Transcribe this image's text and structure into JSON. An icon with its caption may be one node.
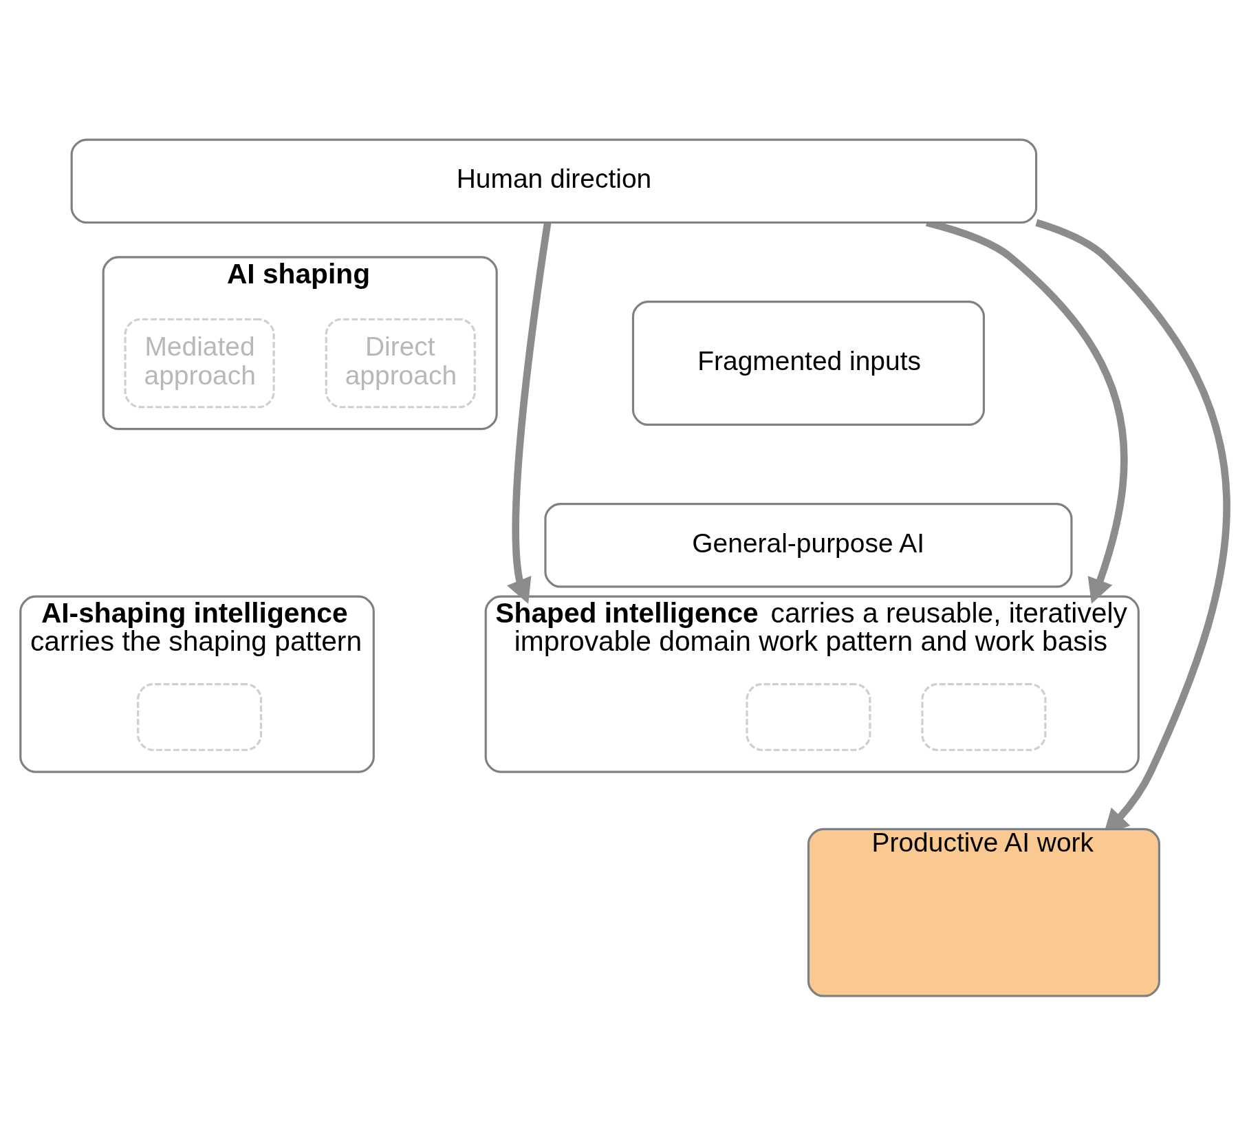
{
  "diagram": {
    "nodes": [
      {
        "text": [
          "Human direction"
        ]
      },
      {
        "text": [
          "AI shaping"
        ]
      },
      {
        "text": [
          "Mediated approach"
        ],
        "in": 1
      },
      {
        "text": [
          "Direct approach"
        ],
        "in": 1
      },
      {
        "text": [
          "Fragmented inputs"
        ]
      },
      {
        "text": [
          "General-purpose AI"
        ]
      },
      {
        "text": [
          "AI-shaping intelligence",
          "carries the shaping pattern"
        ]
      },
      {
        "text": [],
        "shape": "box",
        "in": 6
      },
      {
        "text": [
          "**Shaped intelligence** carries a reusable, iteratively improvable domain work pattern and work basis"
        ]
      },
      {
        "text": [],
        "shape": "box",
        "in": 8
      },
      {
        "text": [],
        "shape": "box",
        "in": 8
      },
      {
        "text": [
          "Productive AI work"
        ]
      }
    ],
    "edges": [
      {
        "from": 0,
        "to": 8,
        "arrow": "to"
      },
      {
        "from": 0,
        "to": 8,
        "arrow": "to"
      },
      {
        "from": 0,
        "to": 11,
        "arrow": "to"
      }
    ]
  }
}
